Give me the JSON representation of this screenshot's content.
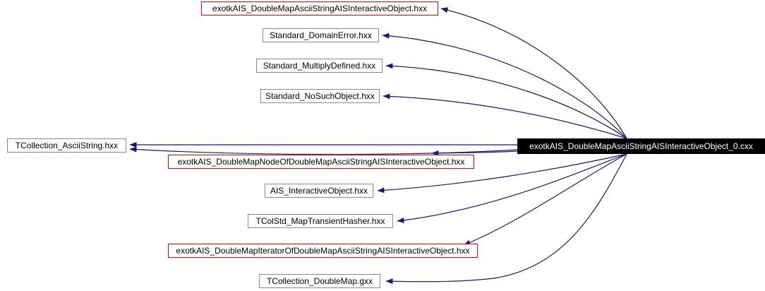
{
  "diagram": {
    "type": "include-dependency-graph",
    "main_node": {
      "label": "exotkAIS_DoubleMapAsciiStringAISInteractiveObject_0.cxx"
    },
    "nodes": [
      {
        "label": "exotkAIS_DoubleMapAsciiStringAISInteractiveObject.hxx",
        "highlight": "red"
      },
      {
        "label": "Standard_DomainError.hxx",
        "highlight": "none"
      },
      {
        "label": "Standard_MultiplyDefined.hxx",
        "highlight": "none"
      },
      {
        "label": "Standard_NoSuchObject.hxx",
        "highlight": "none"
      },
      {
        "label": "TCollection_AsciiString.hxx",
        "highlight": "none"
      },
      {
        "label": "exotkAIS_DoubleMapNodeOfDoubleMapAsciiStringAISInteractiveObject.hxx",
        "highlight": "red"
      },
      {
        "label": "AIS_InteractiveObject.hxx",
        "highlight": "none"
      },
      {
        "label": "TColStd_MapTransientHasher.hxx",
        "highlight": "none"
      },
      {
        "label": "exotkAIS_DoubleMapIteratorOfDoubleMapAsciiStringAISInteractiveObject.hxx",
        "highlight": "red"
      },
      {
        "label": "TCollection_DoubleMap.gxx",
        "highlight": "none"
      }
    ],
    "colors": {
      "edge": "#191970",
      "node_border": "#888888",
      "red_node_border": "#ff0000",
      "main_bg": "#000000",
      "main_text": "#ffffff"
    }
  }
}
